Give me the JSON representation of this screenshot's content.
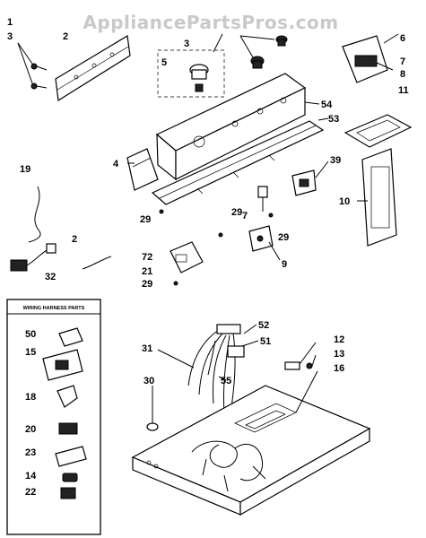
{
  "watermark": "AppliancePartsPros.com",
  "harness_box_title": "WIRING HARNESS PARTS",
  "callouts": [
    {
      "id": "c1",
      "text": "1"
    },
    {
      "id": "c3a",
      "text": "3"
    },
    {
      "id": "c2a",
      "text": "2"
    },
    {
      "id": "c3b",
      "text": "3"
    },
    {
      "id": "c5",
      "text": "5"
    },
    {
      "id": "c6",
      "text": "6"
    },
    {
      "id": "c7a",
      "text": "7"
    },
    {
      "id": "c8",
      "text": "8"
    },
    {
      "id": "c11",
      "text": "11"
    },
    {
      "id": "c54",
      "text": "54"
    },
    {
      "id": "c53",
      "text": "53"
    },
    {
      "id": "c39",
      "text": "39"
    },
    {
      "id": "c4",
      "text": "4"
    },
    {
      "id": "c19",
      "text": "19"
    },
    {
      "id": "c10",
      "text": "10"
    },
    {
      "id": "c29a",
      "text": "29"
    },
    {
      "id": "c29b",
      "text": "29"
    },
    {
      "id": "c29c",
      "text": "29"
    },
    {
      "id": "c29d",
      "text": "29"
    },
    {
      "id": "c7b",
      "text": "7"
    },
    {
      "id": "c2b",
      "text": "2"
    },
    {
      "id": "c72",
      "text": "72"
    },
    {
      "id": "c21",
      "text": "21"
    },
    {
      "id": "c9",
      "text": "9"
    },
    {
      "id": "c32",
      "text": "32"
    },
    {
      "id": "c52",
      "text": "52"
    },
    {
      "id": "c51",
      "text": "51"
    },
    {
      "id": "c31",
      "text": "31"
    },
    {
      "id": "c12",
      "text": "12"
    },
    {
      "id": "c13",
      "text": "13"
    },
    {
      "id": "c16",
      "text": "16"
    },
    {
      "id": "c55",
      "text": "55"
    },
    {
      "id": "c30",
      "text": "30"
    },
    {
      "id": "c50",
      "text": "50"
    },
    {
      "id": "c15",
      "text": "15"
    },
    {
      "id": "c18",
      "text": "18"
    },
    {
      "id": "c20",
      "text": "20"
    },
    {
      "id": "c23",
      "text": "23"
    },
    {
      "id": "c14",
      "text": "14"
    },
    {
      "id": "c22",
      "text": "22"
    }
  ]
}
